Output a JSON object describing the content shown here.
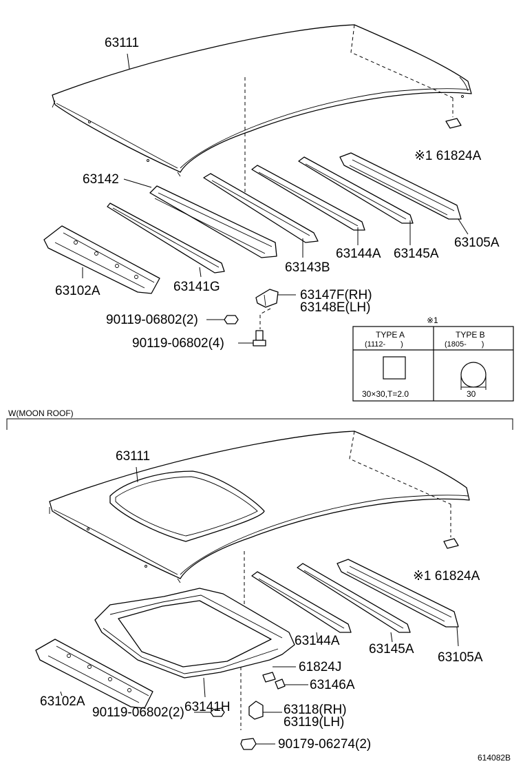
{
  "sections": {
    "moonroof_label": "W(MOON ROOF)"
  },
  "legend": {
    "title": "※1",
    "type_a": {
      "name": "TYPE A",
      "range": "(1112-　　)",
      "size": "30×30,T=2.0"
    },
    "type_b": {
      "name": "TYPE B",
      "range": "(1805-　　)",
      "size": "30"
    }
  },
  "parts_top": {
    "roof_panel": "63111",
    "rail_63142": "63142",
    "rail_63102a": "63102A",
    "rail_63141g": "63141G",
    "rail_63143b": "63143B",
    "rail_63144a": "63144A",
    "rail_63145a": "63145A",
    "rail_63105a": "63105A",
    "pad_61824a": "※1 61824A",
    "bracket_rh": "63147F(RH)",
    "bracket_lh": "63148E(LH)",
    "screw_a": "90119-06802(2)",
    "screw_b": "90119-06802(4)"
  },
  "parts_bottom": {
    "roof_panel": "63111",
    "pad_61824a": "※1 61824A",
    "rail_63144a": "63144A",
    "rail_63145a": "63145A",
    "rail_63105a": "63105A",
    "pad_61824j": "61824J",
    "clip_63146a": "63146A",
    "rail_63102a": "63102A",
    "frame_63141h": "63141H",
    "bracket_rh": "63118(RH)",
    "bracket_lh": "63119(LH)",
    "screw": "90119-06802(2)",
    "nut": "90179-06274(2)"
  },
  "footer": {
    "diagram_id": "614082B"
  }
}
